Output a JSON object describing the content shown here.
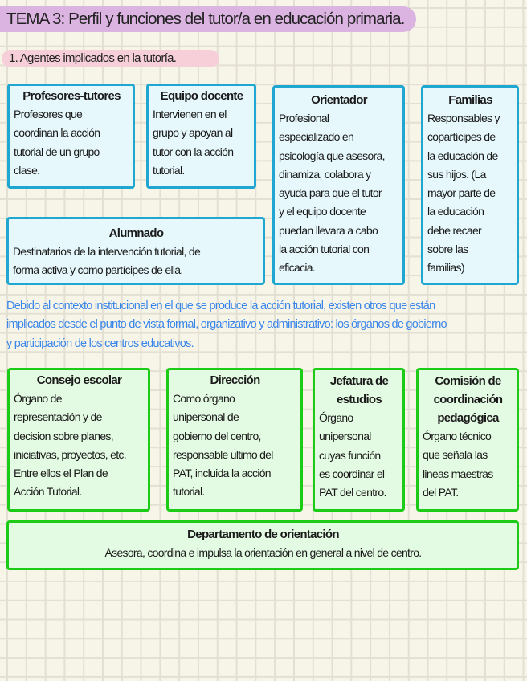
{
  "header": {
    "title": "TEMA 3: Perfil y funciones del tutor/a en educación primaria.",
    "section": "1. Agentes implicados en la tutoría."
  },
  "colors": {
    "title_highlight": "#dcb4e2",
    "section_highlight": "#f6cfd9",
    "agents_border": "#1fa6d1",
    "agents_fill": "#e6f8fc",
    "organs_border": "#1ccb16",
    "organs_fill": "#e4fbe3",
    "note_text": "#3a86ea"
  },
  "agents": [
    {
      "title": "Profesores-tutores",
      "body": "Profesores que\ncoordinan la acción\ntutorial de un grupo\nclase."
    },
    {
      "title": "Equipo docente",
      "body": "Intervienen en el\ngrupo y apoyan al\ntutor con la acción\ntutorial."
    },
    {
      "title": "Orientador",
      "body": "Profesional\nespecializado en\npsicología que asesora,\ndinamiza, colabora y\nayuda para que el tutor\ny el equipo docente\npuedan llevara a cabo\nla acción tutorial con\neficacia."
    },
    {
      "title": "Familias",
      "body": "Responsables y\ncopartícipes de\nla educación de\nsus hijos. (La\nmayor parte de\nla educación\ndebe recaer\nsobre las\nfamilias)"
    },
    {
      "title": "Alumnado",
      "body": "Destinatarios de la intervención tutorial, de\nforma activa y como partícipes de ella."
    }
  ],
  "note": "Debido al contexto institucional en el que se produce la acción tutorial, existen otros que están\nimplicados desde el punto de vista formal, organizativo y administrativo: los órganos de gobierno\ny participación de los centros educativos.",
  "organs": [
    {
      "title": "Consejo escolar",
      "body": "Órgano de\nrepresentación y de\ndecision sobre planes,\niniciativas, proyectos, etc.\nEntre ellos el Plan de\nAcción Tutorial."
    },
    {
      "title": "Dirección",
      "body": "Como órgano\nunipersonal de\ngobierno del centro,\nresponsable ultimo del\nPAT, incluida la acción\ntutorial."
    },
    {
      "title": "Jefatura de\nestudios",
      "body": "Órgano\nunipersonal\ncuyas función\nes coordinar el\nPAT del centro."
    },
    {
      "title": "Comisión de\ncoordinación\npedagógica",
      "body": "Órgano técnico\nque señala las\nlineas maestras\ndel PAT."
    },
    {
      "title": "Departamento de orientación",
      "body": "Asesora, coordina e impulsa la orientación en general a nivel de centro."
    }
  ]
}
